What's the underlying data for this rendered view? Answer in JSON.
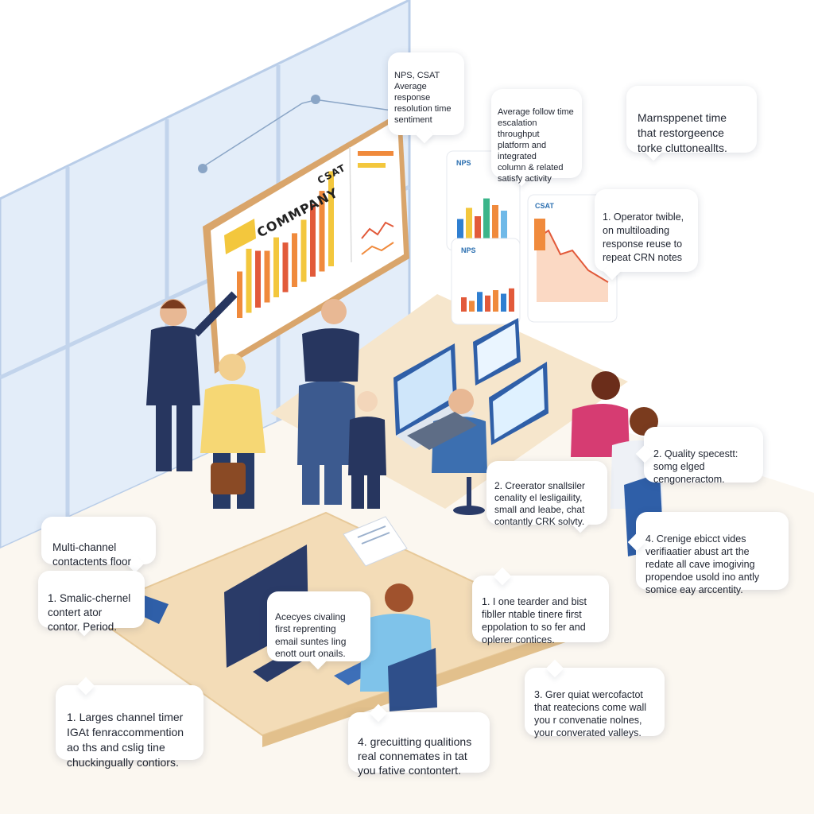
{
  "colors": {
    "window_glass": "#dfeaf8",
    "window_frame": "#b9cde8",
    "floor": "#f4e9d6",
    "desk": "#f3dcb7",
    "board_frame": "#d9a56b",
    "suit_navy": "#27365f",
    "bar_orange": "#f08a3c",
    "bar_yellow": "#f3c73d",
    "bar_red": "#e25a3a",
    "screen_blue": "#2f5fa8"
  },
  "icons": {
    "board": "dashboard-board-icon",
    "monitor": "monitor-icon",
    "laptop": "laptop-icon",
    "document": "document-icon"
  },
  "board": {
    "title": "COMMPANY",
    "label_csat": "CSAT"
  },
  "cards": {
    "card1_label": "NPS",
    "card2_label": "CSAT",
    "card3_label": "NPS"
  },
  "callouts": [
    {
      "text": "NPS, CSAT\nAverage response\nresolution time\nsentiment"
    },
    {
      "text": "Average follow time\nescalation throughput\nplatform and integrated\ncolumn & related\nsatisfy activity"
    },
    {
      "text": "Marnsppenet time\nthat restorgeence\ntorke cluttoneallts."
    },
    {
      "text": "1. Operator twible,\non multiloading\nresponse reuse to\nrepeat CRN notes"
    },
    {
      "text": "2. Quality specestt:\nsomg elged\ncengoneractom."
    },
    {
      "text": "2. Creerator snallsiler\ncenality el lesligaility,\nsmall and leabe, chat\ncontantly CRK solvty."
    },
    {
      "text": "4. Crenige ebicct vides\nverifiaatier abust art the\nredate all cave imogiving\npropendoe usold ino antly\nsomice eay arccentity."
    },
    {
      "text": "Multi-channel\ncontactents floor"
    },
    {
      "text": "1. Smalic-chernel\ncontert ator\ncontor. Period."
    },
    {
      "text": "Acecyes civaling\nfirst reprenting\nemail suntes ling\nenott ourt onails."
    },
    {
      "text": "1. I one tearder and bist\nfibller ntable tinere first\neppolation to so fer and\noplerer contices."
    },
    {
      "text": "3. Grer quiat wercofactot\nthat reatecions come wall\nyou r convenatie nolnes,\nyour converated valleys."
    },
    {
      "text": "1. Larges channel timer\nIGAt fenraccommention\nao ths and cslig tine\nchuckingually contiors."
    },
    {
      "text": "4. grecuitting qualitions\nreal connemates in tat\nyou fative contontert."
    }
  ],
  "chart_bars": {
    "board_values": [
      45,
      62,
      55,
      50,
      58,
      48,
      52,
      60,
      70,
      78,
      92
    ],
    "card1_values": [
      35,
      55,
      40,
      72,
      60,
      50
    ],
    "card3_values": [
      40,
      30,
      55,
      45,
      60,
      50,
      65
    ]
  }
}
